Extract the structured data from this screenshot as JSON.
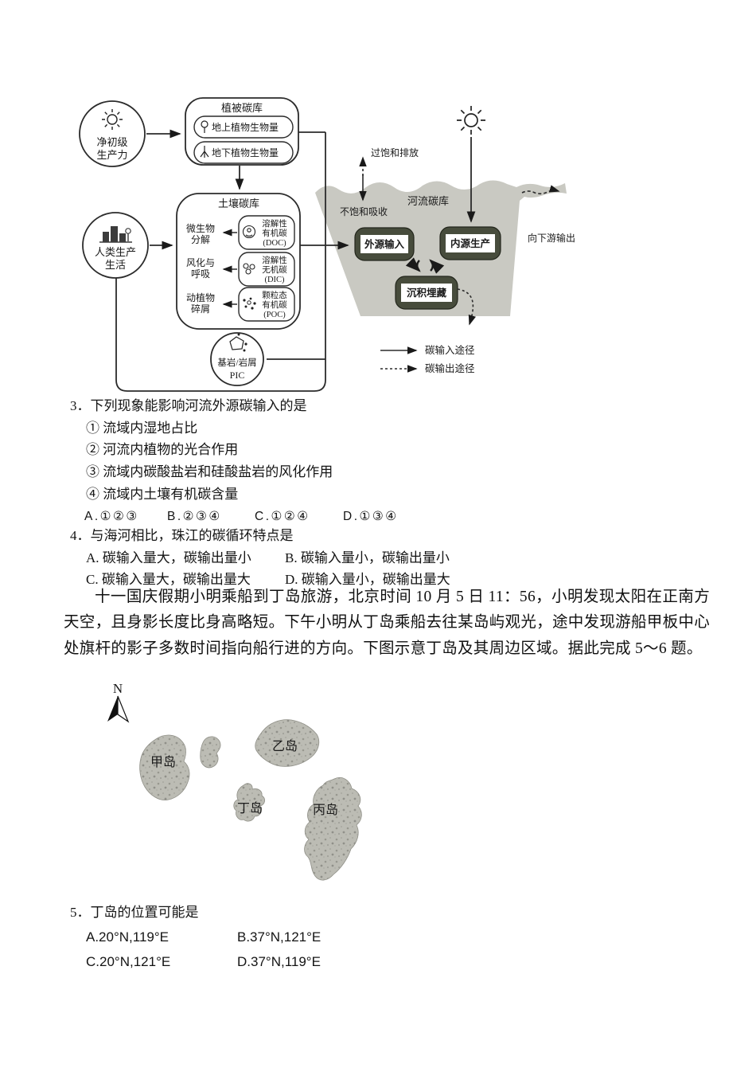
{
  "diagram": {
    "npp_label": [
      "净初级",
      "生产力"
    ],
    "human_label": [
      "人类生产",
      "生活"
    ],
    "veg_title": "植被碳库",
    "veg_items": [
      "地上植物生物量",
      "地下植物生物量"
    ],
    "soil_title": "土壤碳库",
    "soil_processes": [
      [
        "微生物",
        "分解"
      ],
      [
        "风化与",
        "呼吸"
      ],
      [
        "动植物",
        "碎屑"
      ]
    ],
    "soil_pools": [
      [
        "溶解性",
        "有机碳",
        "(DOC)"
      ],
      [
        "溶解性",
        "无机碳",
        "(DIC)"
      ],
      [
        "颗粒态",
        "有机碳",
        "(POC)"
      ]
    ],
    "bedrock_label": [
      "基岩/岩屑",
      "PIC"
    ],
    "river_label": "河流碳库",
    "oversaturated": "过饱和排放",
    "undersaturated": "不饱和吸收",
    "external_input": "外源输入",
    "internal_production": "内源生产",
    "sediment_burial": "沉积埋藏",
    "downstream": "向下游输出",
    "legend": {
      "input": "碳输入途径",
      "output": "碳输出途径"
    },
    "colors": {
      "river": "#c9c9c2",
      "dark_box": "#474c3c",
      "chip": "#ffffff"
    }
  },
  "q3": {
    "number": "3．",
    "stem": "下列现象能影响河流外源碳输入的是",
    "items": [
      "① 流域内湿地占比",
      "② 河流内植物的光合作用",
      "③ 流域内碳酸盐岩和硅酸盐岩的风化作用",
      "④ 流域内土壤有机碳含量"
    ],
    "options": [
      "A.①②③",
      "B.②③④",
      "C.①②④",
      "D.①③④"
    ]
  },
  "q4": {
    "number": "4．",
    "stem": "与海河相比，珠江的碳循环特点是",
    "options": [
      "A. 碳输入量大，碳输出量小",
      "B. 碳输入量小，碳输出量小",
      "C. 碳输入量大，碳输出量大",
      "D. 碳输入量小，碳输出量大"
    ]
  },
  "passage": "十一国庆假期小明乘船到丁岛旅游，北京时间 10 月 5 日 11：56，小明发现太阳在正南方天空，且身影长度比身高略短。下午小明从丁岛乘船去往某岛屿观光，途中发现游船甲板中心处旗杆的影子多数时间指向船行进的方向。下图示意丁岛及其周边区域。据此完成 5～6 题。",
  "map": {
    "compass": "N",
    "islands": [
      "甲岛",
      "乙岛",
      "丙岛",
      "丁岛"
    ]
  },
  "q5": {
    "number": "5．",
    "stem": "丁岛的位置可能是",
    "options": [
      "A.20°N,119°E",
      "B.37°N,121°E",
      "C.20°N,121°E",
      "D.37°N,119°E"
    ]
  }
}
